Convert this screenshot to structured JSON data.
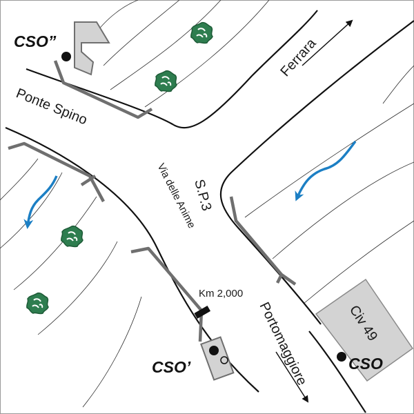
{
  "roads": {
    "ferrara": "Ferrara",
    "ponte_spino": "Ponte Spino",
    "via_delle_anime": "Via delle Anime",
    "sp3": "S.P.3",
    "portomaggiore": "Portomaggiore"
  },
  "km_marker": "Km 2,000",
  "building_label": "Civ 49",
  "cso": {
    "top_left": "CSO”",
    "center": "CSO’",
    "right": "CSO"
  },
  "colors": {
    "road": "#111111",
    "ditch": "#808080",
    "building": "#d3d3d3",
    "flow_arrow": "#1c7fc4",
    "tree": "#2e7d4f"
  },
  "icons": [
    "tree-icon",
    "flow-arrow-icon",
    "direction-arrow-icon",
    "cso-point-icon"
  ]
}
